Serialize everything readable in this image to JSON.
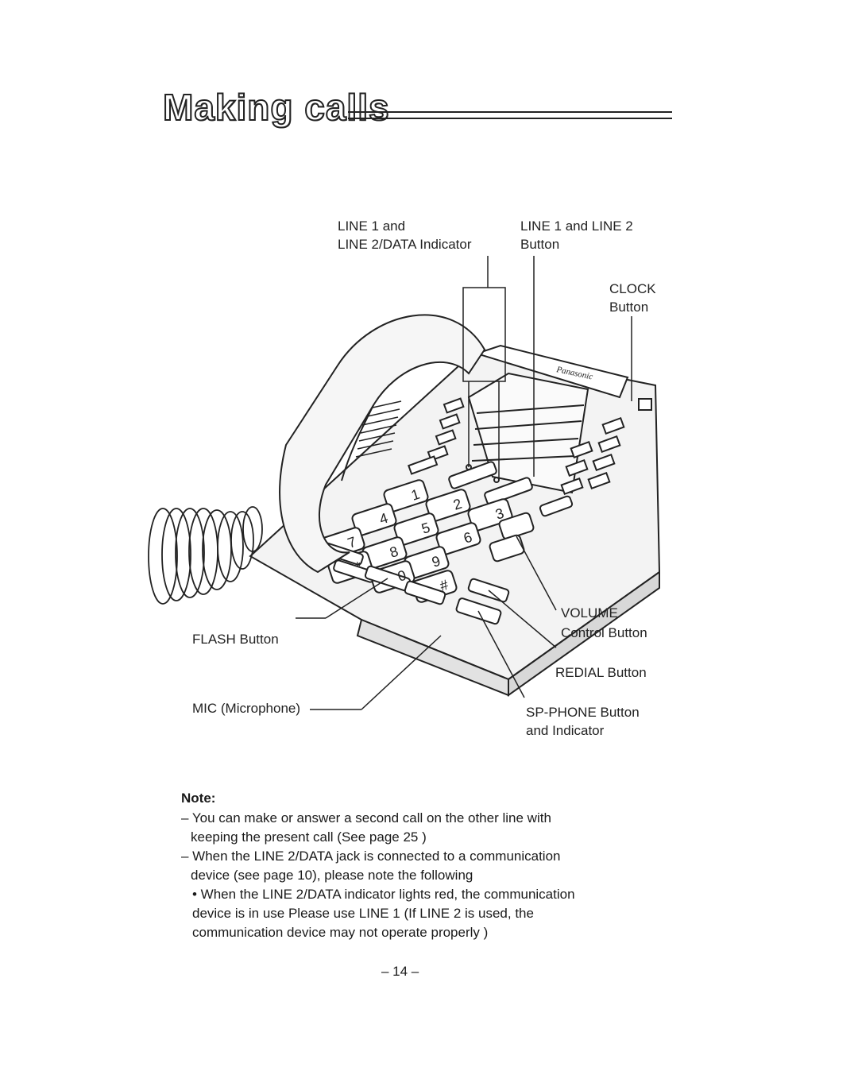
{
  "page": {
    "title": "Making calls",
    "page_number": "– 14 –"
  },
  "labels": {
    "line_indicator_1": "LINE 1 and",
    "line_indicator_2": "LINE 2/DATA Indicator",
    "line_button_1": "LINE 1 and LINE 2",
    "line_button_2": "Button",
    "clock_1": "CLOCK",
    "clock_2": "Button",
    "volume_1": "VOLUME",
    "volume_2": "Control Button",
    "redial": "REDIAL Button",
    "spphone_1": "SP-PHONE Button",
    "spphone_2": "and Indicator",
    "flash": "FLASH Button",
    "mic": "MIC (Microphone)"
  },
  "note": {
    "heading": "Note:",
    "lines": [
      "– You can make or answer a second call on the other line with",
      "keeping the present call  (See page 25 )",
      "– When the LINE 2/DATA jack is connected to a communication",
      "device (see page 10), please note the following",
      "• When the LINE 2/DATA indicator lights red, the communication",
      "device is in use  Please use LINE 1  (If LINE 2 is used, the",
      "communication device may not operate properly )"
    ]
  },
  "keypad": {
    "keys": [
      "1",
      "2",
      "3",
      "4",
      "5",
      "6",
      "7",
      "8",
      "9",
      "*",
      "0",
      "#"
    ]
  }
}
